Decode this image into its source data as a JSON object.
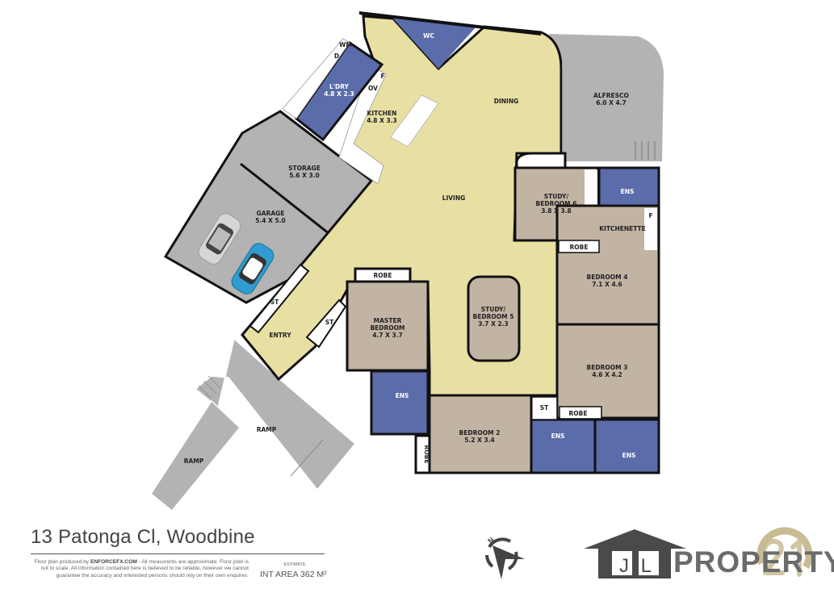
{
  "property": {
    "address": "13 Patonga Cl, Woodbine",
    "disclaimer_prefix": "Floor plan produced by ",
    "producer": "ENFORCEFX.COM",
    "disclaimer_text": " - All  measurents are approximate. Floor plan is not to scale. All information contained here is believed to be reliable, however we cannot guarantee the accuracy and interested persons should rely on their own enquires.",
    "estimate_label": "ESTIMATE",
    "int_area": "INT AREA 362 M²"
  },
  "rooms": {
    "wc": {
      "name": "WC"
    },
    "laundry": {
      "name": "L'DRY",
      "size": "4.8 X 2.3"
    },
    "wm": {
      "name": "WM"
    },
    "dryer": {
      "name": "D"
    },
    "fridge": {
      "name": "F"
    },
    "oven": {
      "name": "OV"
    },
    "kitchen": {
      "name": "KITCHEN",
      "size": "4.8 X 3.3"
    },
    "dining": {
      "name": "DINING"
    },
    "alfresco": {
      "name": "ALFRESCO",
      "size": "6.0 X 4.7"
    },
    "storage": {
      "name": "STORAGE",
      "size": "5.6 X 3.0"
    },
    "garage": {
      "name": "GARAGE",
      "size": "5.4 X 5.0"
    },
    "living": {
      "name": "LIVING"
    },
    "study6": {
      "name": "STUDY/",
      "name2": "BEDROOM 6",
      "size": "3.8 X 3.8"
    },
    "ens_top": {
      "name": "ENS"
    },
    "kitchenette": {
      "name": "KITCHENETTE"
    },
    "kitchenette_fridge": {
      "name": "F"
    },
    "robe_bed4": {
      "name": "ROBE"
    },
    "bed4": {
      "name": "BEDROOM 4",
      "size": "7.1 X 4.6"
    },
    "robe_master": {
      "name": "ROBE"
    },
    "master": {
      "name": "MASTER",
      "name2": "BEDROOM",
      "size": "4.7 X 3.7"
    },
    "study5": {
      "name": "STUDY/",
      "name2": "BEDROOM 5",
      "size": "3.7 X 2.3"
    },
    "bed3": {
      "name": "BEDROOM 3",
      "size": "4.6 X 4.2"
    },
    "entry": {
      "name": "ENTRY"
    },
    "st_entry_left": {
      "name": "ST"
    },
    "st_entry_right": {
      "name": "ST"
    },
    "ens_master": {
      "name": "ENS"
    },
    "bed2": {
      "name": "BEDROOM 2",
      "size": "5.2 X 3.4"
    },
    "st_bed2": {
      "name": "ST"
    },
    "robe_bed3": {
      "name": "ROBE"
    },
    "ens_bed2": {
      "name": "ENS"
    },
    "ens_bed3": {
      "name": "ENS"
    },
    "robe_bed2": {
      "name": "ROBE"
    },
    "ramp_upper": {
      "name": "RAMP"
    },
    "ramp_lower": {
      "name": "RAMP"
    }
  },
  "compass": {
    "north_label": "N"
  },
  "logo": {
    "jl": "J L",
    "text": "PROPERTY",
    "badge": "21"
  },
  "colors": {
    "living": "#e8dfa3",
    "bedroom": "#c2b4a3",
    "wet": "#5b6cab",
    "outdoor": "#b3b3b3",
    "wall": "#111111",
    "logo_gray": "#4a4a4a",
    "logo_gold": "#c9bc94"
  }
}
